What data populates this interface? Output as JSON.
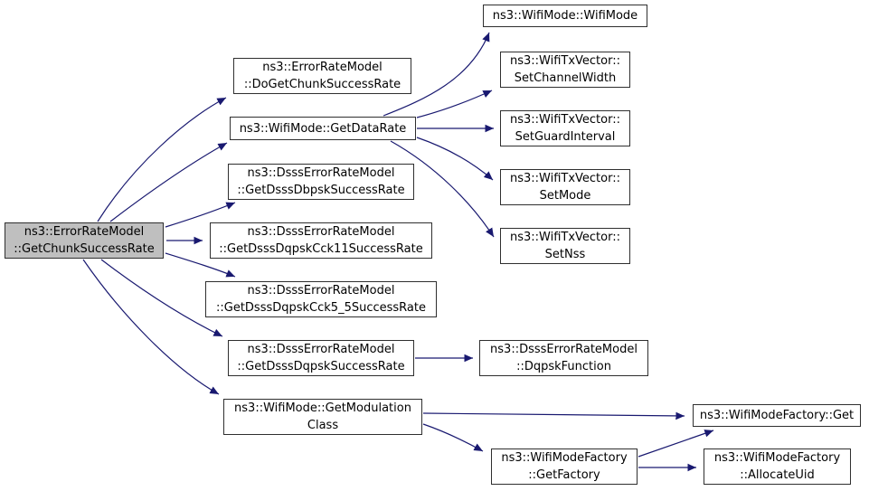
{
  "diagram": {
    "type": "call-graph",
    "colors": {
      "edge": "#191970",
      "node_border": "#2f2f2f",
      "node_fill": "#ffffff",
      "highlight_fill": "#bfbfbf",
      "background": "#ffffff"
    },
    "nodes": [
      {
        "id": "get-chunk-success-rate",
        "label": "ns3::ErrorRateModel\n::GetChunkSuccessRate",
        "highlighted": true
      },
      {
        "id": "do-get-chunk-success-rate",
        "label": "ns3::ErrorRateModel\n::DoGetChunkSuccessRate",
        "highlighted": false
      },
      {
        "id": "get-data-rate",
        "label": "ns3::WifiMode::GetDataRate",
        "highlighted": false
      },
      {
        "id": "get-dsss-dbpsk",
        "label": "ns3::DsssErrorRateModel\n::GetDsssDbpskSuccessRate",
        "highlighted": false
      },
      {
        "id": "get-dsss-dqpsk-cck11",
        "label": "ns3::DsssErrorRateModel\n::GetDsssDqpskCck11SuccessRate",
        "highlighted": false
      },
      {
        "id": "get-dsss-dqpsk-cck5-5",
        "label": "ns3::DsssErrorRateModel\n::GetDsssDqpskCck5_5SuccessRate",
        "highlighted": false
      },
      {
        "id": "get-dsss-dqpsk",
        "label": "ns3::DsssErrorRateModel\n::GetDsssDqpskSuccessRate",
        "highlighted": false
      },
      {
        "id": "get-modulation-class",
        "label": "ns3::WifiMode::GetModulation\nClass",
        "highlighted": false
      },
      {
        "id": "wifi-mode-ctor",
        "label": "ns3::WifiMode::WifiMode",
        "highlighted": false
      },
      {
        "id": "set-channel-width",
        "label": "ns3::WifiTxVector::\nSetChannelWidth",
        "highlighted": false
      },
      {
        "id": "set-guard-interval",
        "label": "ns3::WifiTxVector::\nSetGuardInterval",
        "highlighted": false
      },
      {
        "id": "set-mode",
        "label": "ns3::WifiTxVector::\nSetMode",
        "highlighted": false
      },
      {
        "id": "set-nss",
        "label": "ns3::WifiTxVector::\nSetNss",
        "highlighted": false
      },
      {
        "id": "dqpsk-function",
        "label": "ns3::DsssErrorRateModel\n::DqpskFunction",
        "highlighted": false
      },
      {
        "id": "wifi-mode-factory-get",
        "label": "ns3::WifiModeFactory::Get",
        "highlighted": false
      },
      {
        "id": "get-factory",
        "label": "ns3::WifiModeFactory\n::GetFactory",
        "highlighted": false
      },
      {
        "id": "allocate-uid",
        "label": "ns3::WifiModeFactory\n::AllocateUid",
        "highlighted": false
      }
    ],
    "edges": [
      {
        "from": "get-chunk-success-rate",
        "to": "do-get-chunk-success-rate"
      },
      {
        "from": "get-chunk-success-rate",
        "to": "get-data-rate"
      },
      {
        "from": "get-chunk-success-rate",
        "to": "get-dsss-dbpsk"
      },
      {
        "from": "get-chunk-success-rate",
        "to": "get-dsss-dqpsk-cck11"
      },
      {
        "from": "get-chunk-success-rate",
        "to": "get-dsss-dqpsk-cck5-5"
      },
      {
        "from": "get-chunk-success-rate",
        "to": "get-dsss-dqpsk"
      },
      {
        "from": "get-chunk-success-rate",
        "to": "get-modulation-class"
      },
      {
        "from": "get-data-rate",
        "to": "wifi-mode-ctor"
      },
      {
        "from": "get-data-rate",
        "to": "set-channel-width"
      },
      {
        "from": "get-data-rate",
        "to": "set-guard-interval"
      },
      {
        "from": "get-data-rate",
        "to": "set-mode"
      },
      {
        "from": "get-data-rate",
        "to": "set-nss"
      },
      {
        "from": "get-dsss-dqpsk",
        "to": "dqpsk-function"
      },
      {
        "from": "get-modulation-class",
        "to": "wifi-mode-factory-get"
      },
      {
        "from": "get-modulation-class",
        "to": "get-factory"
      },
      {
        "from": "get-factory",
        "to": "wifi-mode-factory-get"
      },
      {
        "from": "get-factory",
        "to": "allocate-uid"
      }
    ]
  }
}
